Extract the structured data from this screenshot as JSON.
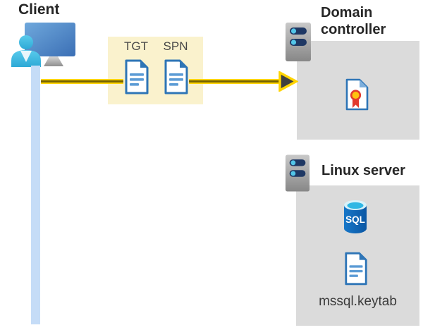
{
  "client": {
    "label": "Client"
  },
  "tickets": {
    "tgt_label": "TGT",
    "spn_label": "SPN"
  },
  "domain_controller": {
    "label": "Domain controller"
  },
  "linux_server": {
    "label": "Linux server",
    "sql_icon_text": "SQL",
    "keytab_filename": "mssql.keytab"
  },
  "colors": {
    "arrow_yellow": "#FFD500",
    "arrow_core_olive": "#756200",
    "arrowhead_gray": "#3F3F3F",
    "ticket_panel_yellow": "#FAF2CD",
    "server_panel_gray": "#DBDBDB",
    "timeline_blue": "#C5DCF7",
    "document_blue": "#2E75B6"
  }
}
